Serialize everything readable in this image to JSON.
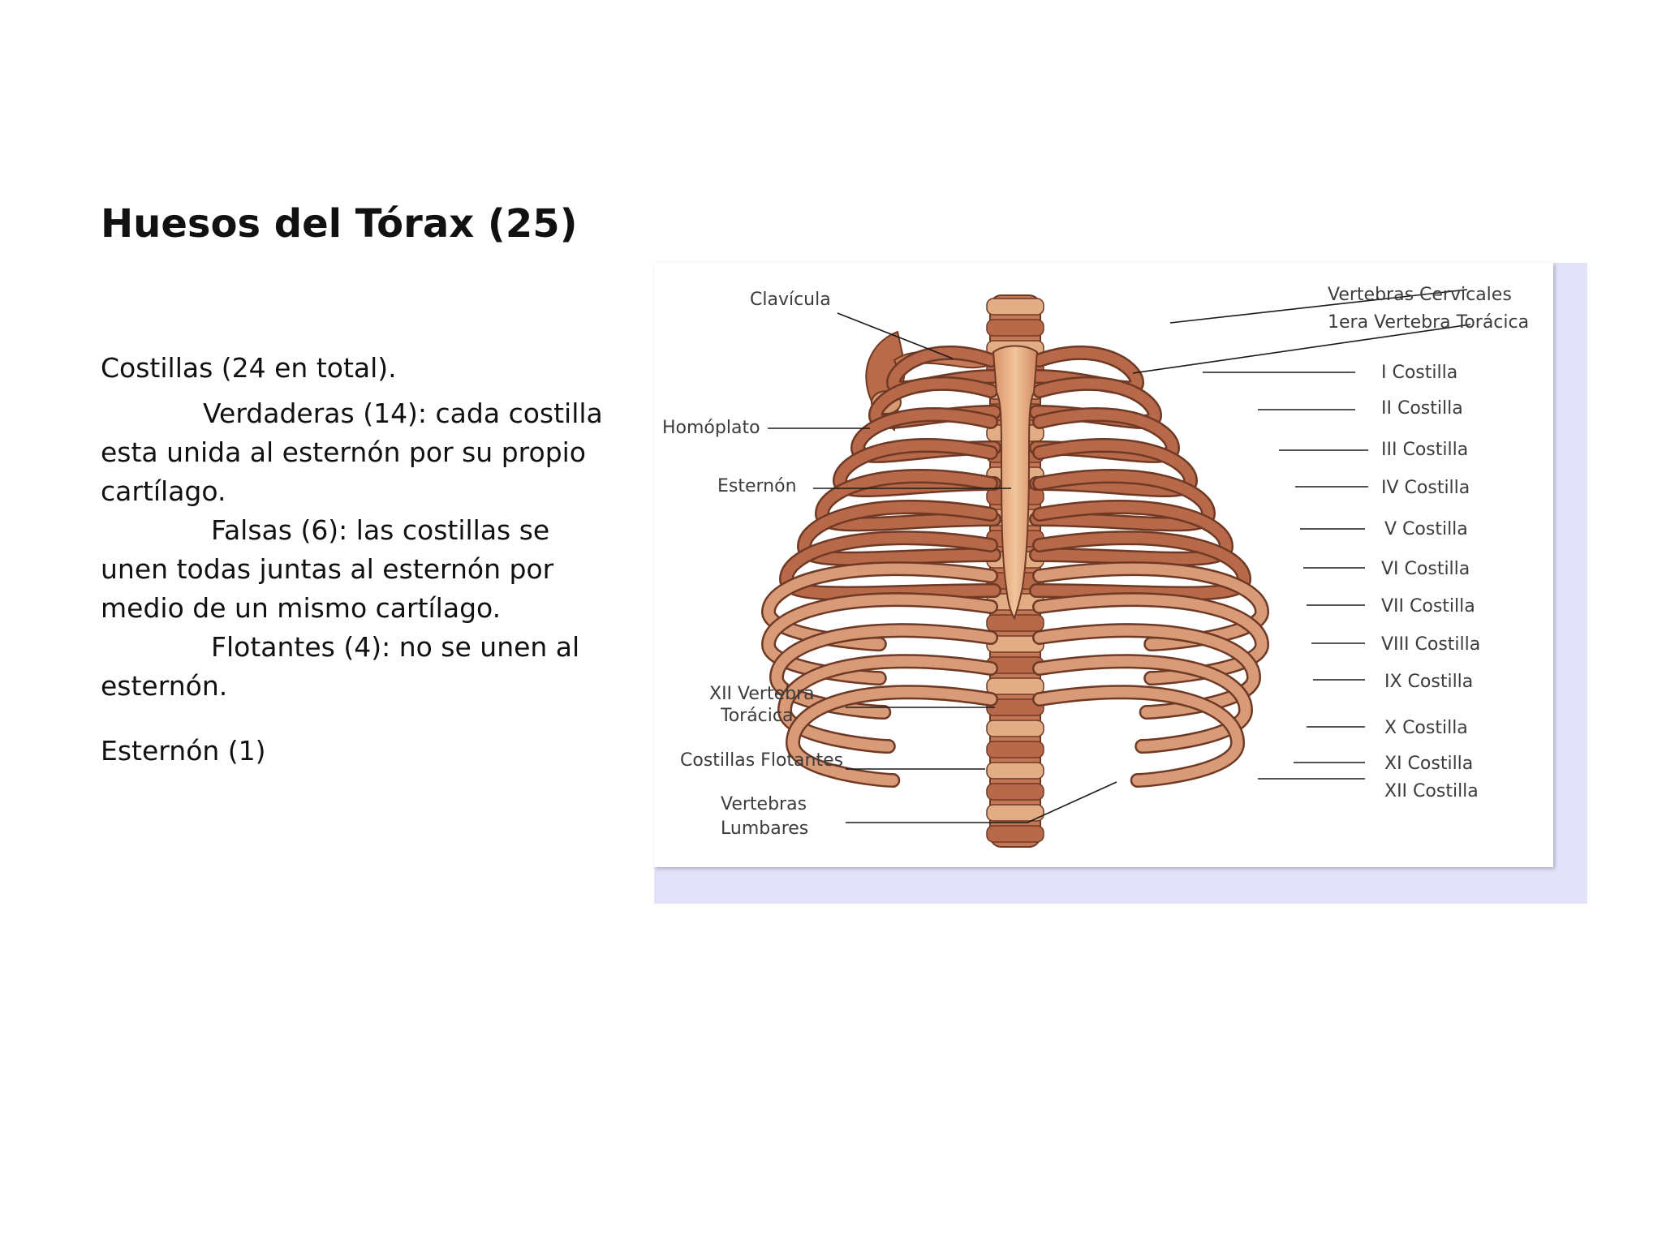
{
  "slide": {
    "title": "Huesos del Tórax (25)",
    "lines": {
      "costillas": "Costillas (24 en total).",
      "verdaderas_head": "Verdaderas (14): cada costilla",
      "verdaderas_tail": "esta unida al esternón  por su propio cartílago.",
      "falsas_head": "Falsas (6): las costillas se unen",
      "falsas_tail": "todas juntas al esternón por medio de un mismo cartílago.",
      "flotantes_head": "Flotantes (4): no se unen al",
      "flotantes_tail": "esternón.",
      "esternon": "Esternón (1)"
    }
  },
  "diagram": {
    "labels_left": {
      "clavicula": "Clavícula",
      "homoplato": "Homóplato",
      "esternon": "Esternón",
      "xii_vertebra_1": "XII Vertebra",
      "xii_vertebra_2": "Torácica",
      "costillas_flotantes": "Costillas Flotantes",
      "vertebras_lumbares_1": "Vertebras",
      "vertebras_lumbares_2": "Lumbares"
    },
    "labels_right": {
      "vertebras_cervicales": "Vertebras Cervicales",
      "primera_vertebra": "1era Vertebra Torácica",
      "costilla_1": "I Costilla",
      "costilla_2": "II Costilla",
      "costilla_3": "III Costilla",
      "costilla_4": "IV Costilla",
      "costilla_5": "V Costilla",
      "costilla_6": "VI Costilla",
      "costilla_7": "VII Costilla",
      "costilla_8": "VIII Costilla",
      "costilla_9": "IX Costilla",
      "costilla_10": "X Costilla",
      "costilla_11": "XI Costilla",
      "costilla_12": "XII Costilla"
    },
    "colors": {
      "bone": "#b8694a",
      "bone_light": "#e2ac84",
      "bone_dark": "#6e3a25",
      "cartilage": "#d99a78",
      "figure_shadow": "#e2e3f8"
    }
  }
}
